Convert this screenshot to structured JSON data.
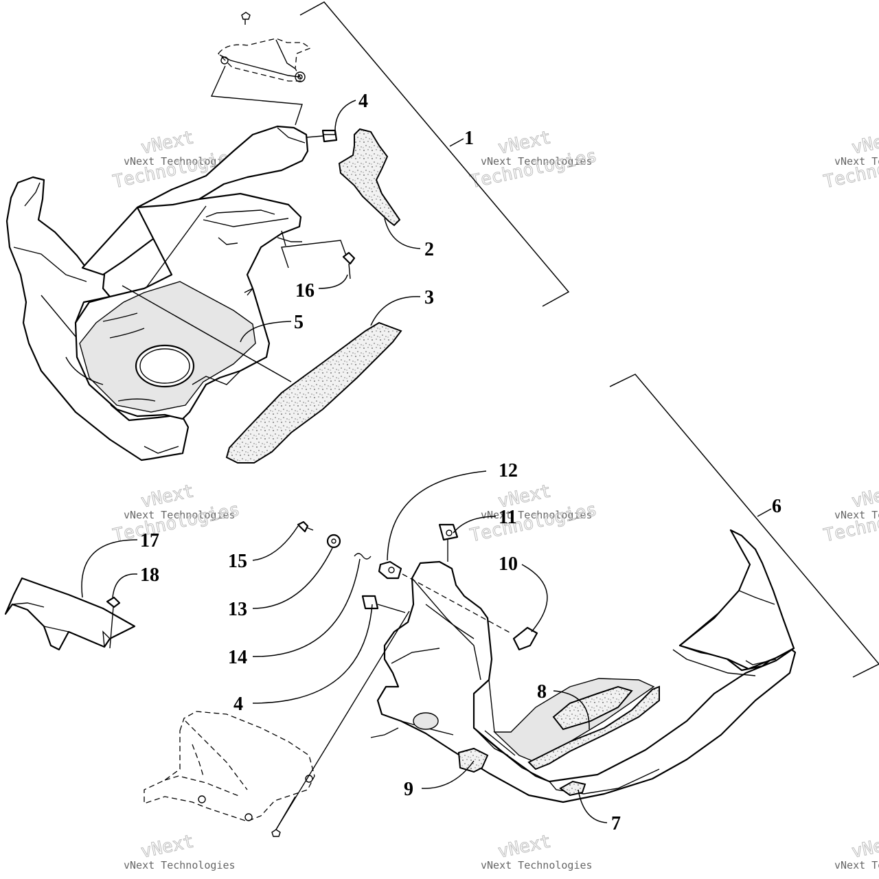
{
  "callouts": {
    "c1": "1",
    "c2": "2",
    "c3": "3",
    "c4a": "4",
    "c4b": "4",
    "c5": "5",
    "c6": "6",
    "c7": "7",
    "c8": "8",
    "c9": "9",
    "c10": "10",
    "c11": "11",
    "c12": "12",
    "c13": "13",
    "c14": "14",
    "c15": "15",
    "c16": "16",
    "c17": "17",
    "c18": "18"
  },
  "watermark": {
    "line1": "vNext Technologies",
    "line2": "vNext",
    "line3": "Technologies"
  },
  "colors": {
    "ink": "#000000",
    "paper": "#ffffff",
    "watermark": "#bdbdbd"
  }
}
